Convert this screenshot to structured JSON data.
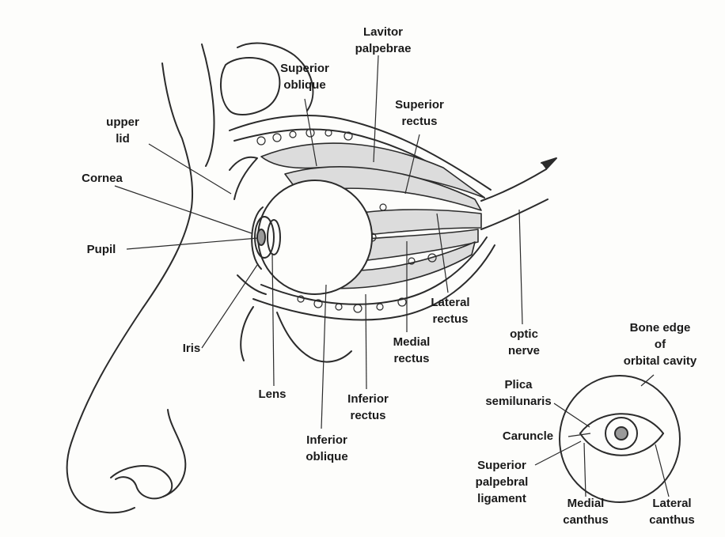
{
  "labels": {
    "lavitor_palpebrae": [
      "Lavitor",
      "palpebrae"
    ],
    "superior_oblique": [
      "Superior",
      "oblique"
    ],
    "superior_rectus": [
      "Superior",
      "rectus"
    ],
    "upper_lid": [
      "upper",
      "lid"
    ],
    "cornea": [
      "Cornea"
    ],
    "pupil": [
      "Pupil"
    ],
    "iris": [
      "Iris"
    ],
    "lens": [
      "Lens"
    ],
    "inferior_oblique": [
      "Inferior",
      "oblique"
    ],
    "inferior_rectus": [
      "Inferior",
      "rectus"
    ],
    "medial_rectus": [
      "Medial",
      "rectus"
    ],
    "lateral_rectus": [
      "Lateral",
      "rectus"
    ],
    "optic_nerve": [
      "optic",
      "nerve"
    ],
    "bone_edge": [
      "Bone edge",
      "of",
      "orbital cavity"
    ],
    "plica": [
      "Plica",
      "semilunaris"
    ],
    "caruncle": [
      "Caruncle"
    ],
    "superior_palpebral": [
      "Superior",
      "palpebral",
      "ligament"
    ],
    "medial_canthus": [
      "Medial",
      "canthus"
    ],
    "lateral_canthus": [
      "Lateral",
      "canthus"
    ]
  },
  "colors": {
    "ink": "#2b2b2b",
    "muscle": "#dcdcdc",
    "fat": "#f4f4f2",
    "background": "#fdfdfb"
  }
}
